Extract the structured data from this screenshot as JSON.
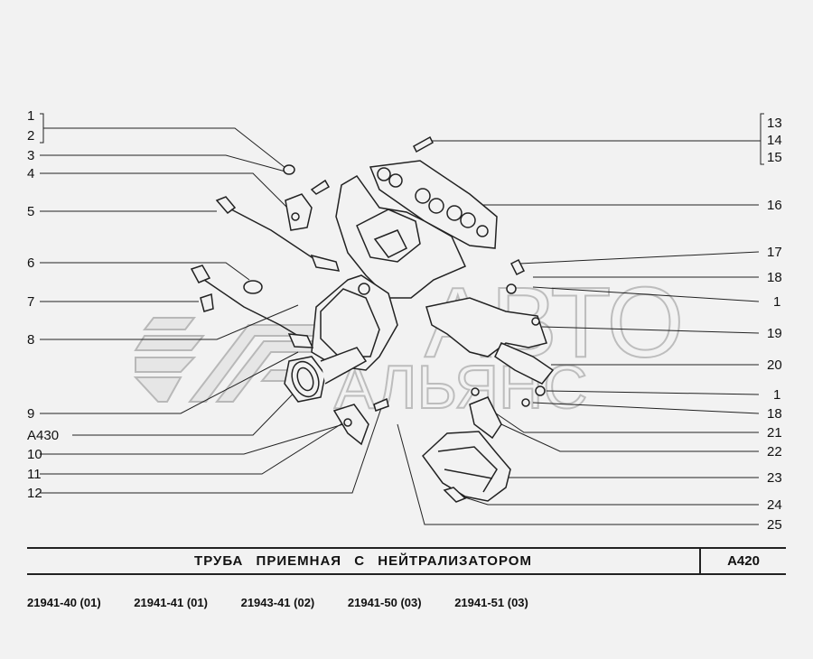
{
  "callouts_left": [
    "1",
    "2",
    "3",
    "4",
    "5",
    "6",
    "7",
    "8",
    "9",
    "А430",
    "10",
    "11",
    "12"
  ],
  "callouts_right": [
    "13",
    "14",
    "15",
    "16",
    "17",
    "18",
    "1",
    "19",
    "20",
    "1",
    "18",
    "21",
    "22",
    "23",
    "24",
    "25"
  ],
  "title": {
    "text": "ТРУБА   ПРИЕМНАЯ   С   НЕЙТРАЛИЗАТОРОМ",
    "code": "А420"
  },
  "models": [
    "21941-40 (01)",
    "21941-41 (01)",
    "21943-41 (02)",
    "21941-50 (03)",
    "21941-51 (03)"
  ],
  "colors": {
    "ink": "#222222",
    "background": "#f2f2f2",
    "watermark": "#bdbdbd"
  },
  "icons": [
    "exhaust-manifold",
    "catalytic-converter",
    "oxygen-sensor",
    "heat-shield",
    "gasket",
    "stud",
    "nut",
    "bolt",
    "bracket",
    "watermark-logo"
  ]
}
